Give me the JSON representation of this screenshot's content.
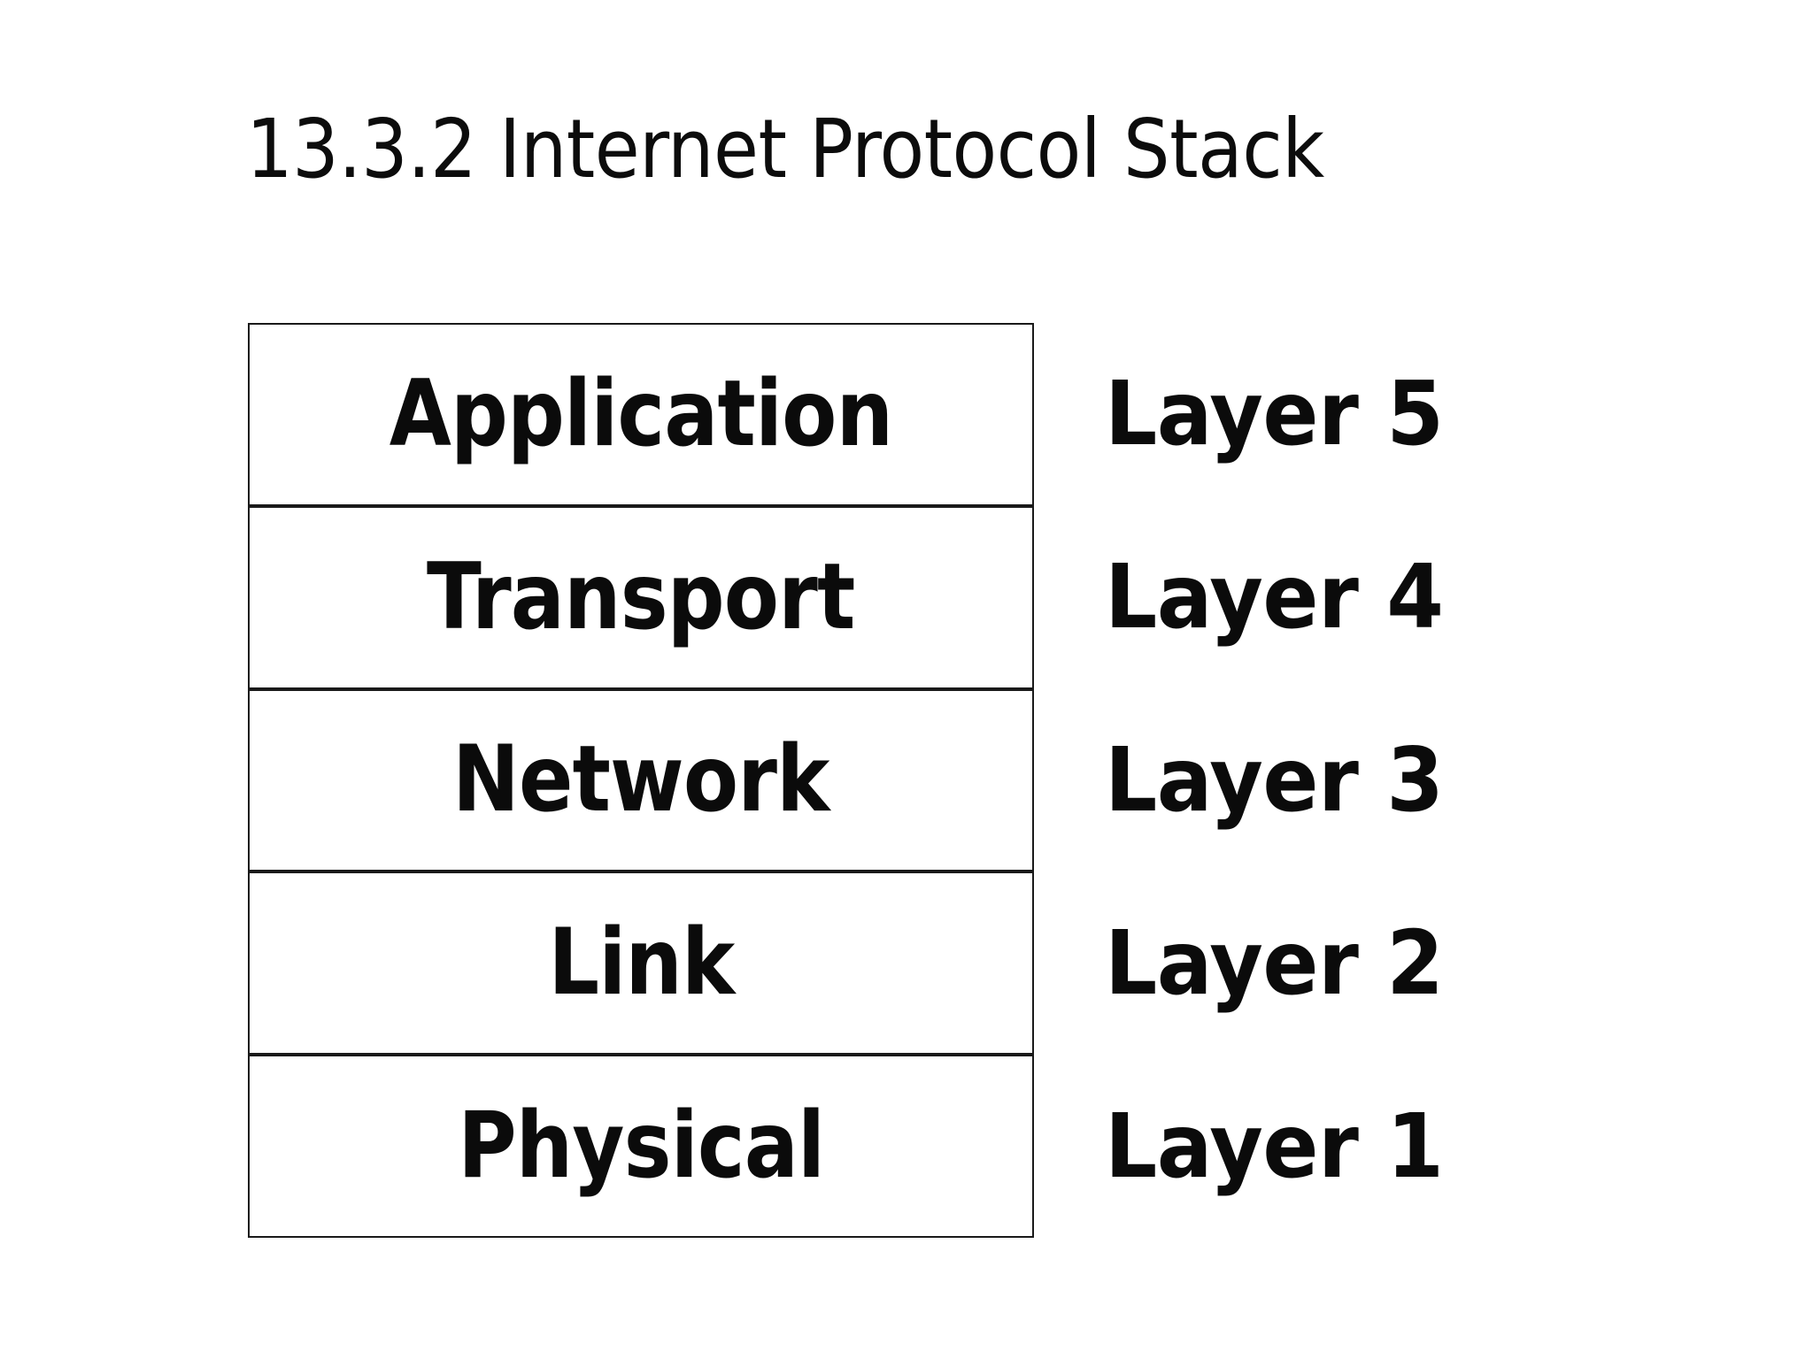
{
  "slide": {
    "title": "13.3.2 Internet Protocol Stack",
    "background_color": "#ffffff",
    "text_color": "#0b0b0b",
    "border_color": "#1a1a1a"
  },
  "stack": {
    "rows": [
      {
        "name": "Application",
        "layer_label": "Layer 5"
      },
      {
        "name": "Transport",
        "layer_label": "Layer 4"
      },
      {
        "name": "Network",
        "layer_label": "Layer 3"
      },
      {
        "name": "Link",
        "layer_label": "Layer 2"
      },
      {
        "name": "Physical",
        "layer_label": "Layer 1"
      }
    ]
  }
}
